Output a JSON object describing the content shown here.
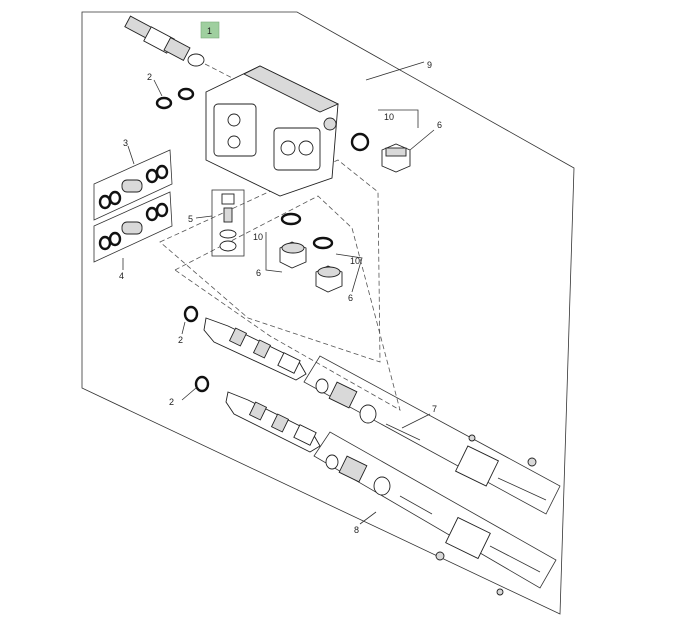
{
  "diagram": {
    "colors": {
      "highlight": "#9fcf9f",
      "lines": "#333333",
      "background": "#ffffff"
    },
    "callouts": {
      "c1": "1",
      "c2a": "2",
      "c2b": "2",
      "c2c": "2",
      "c3": "3",
      "c4": "4",
      "c5": "5",
      "c6a": "6",
      "c6b": "6",
      "c6c": "6",
      "c7": "7",
      "c8": "8",
      "c9": "9",
      "c10a": "10",
      "c10b": "10",
      "c10c": "10"
    }
  }
}
